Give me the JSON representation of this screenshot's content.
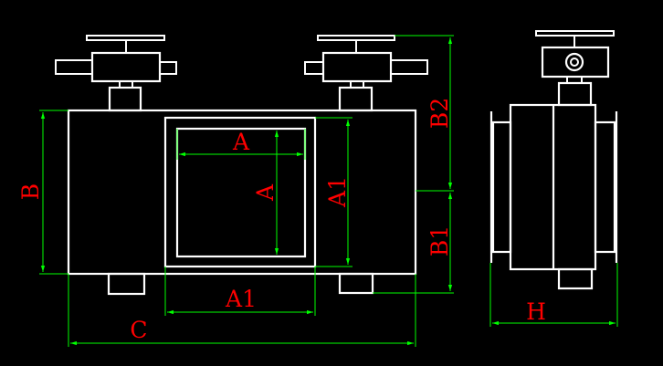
{
  "drawing": {
    "background": "#000000",
    "line_color": "#ffffff",
    "dimension_color": "#00ff00",
    "label_color": "#ff0000",
    "labels": {
      "a_horizontal": "A",
      "a_vertical": "A",
      "a1_vertical": "A1",
      "a1_horizontal": "A1",
      "b": "B",
      "b1": "B1",
      "b2": "B2",
      "c": "C",
      "h": "H"
    }
  }
}
